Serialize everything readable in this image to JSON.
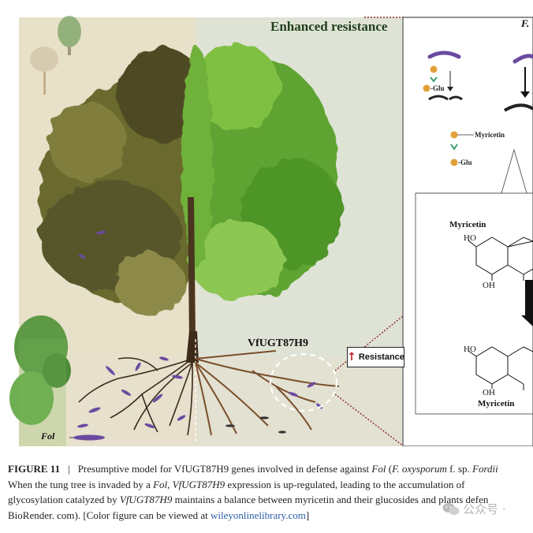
{
  "figure": {
    "title": "Enhanced resistance",
    "panel_letter": "F.",
    "gene_label": "VfUGT87H9",
    "resistance_label": "Resistance",
    "fol_label": "Fol",
    "chem_labels": {
      "glu_a": "-Glu",
      "myricetin_small": "Myricetin",
      "glu_b": "-Glu"
    },
    "molecule_top": {
      "name": "Myricetin",
      "ho": "HO",
      "oh": "OH"
    },
    "molecule_bottom": {
      "name": "Myricetin",
      "ho": "HO",
      "oh": "OH"
    }
  },
  "caption": {
    "label": "FIGURE 11",
    "separator": "|",
    "line1_text": "Presumptive model for VfUGT87H9 genes involved in defense against ",
    "line1_fol": "Fol",
    "line1_paren_open": " (",
    "line1_species": "F. oxysporum",
    "line1_fsp": " f. sp. ",
    "line1_fordii": "Fordii",
    "line2_a": "When the tung tree is invaded by a ",
    "line2_fol": "Fol",
    "line2_b": ", ",
    "line2_gene": "VfUGT87H9",
    "line2_c": " expression is up-regulated, leading to the accumulation of",
    "line3_a": "glycosylation catalyzed by ",
    "line3_gene": "VfUGT87H9",
    "line3_b": " maintains a balance between myricetin and their glucosides and plants defen",
    "line4_a": "BioRender. com). [Color figure can be viewed at ",
    "line4_link": "wileyonlinelibrary.com",
    "line4_b": "]"
  },
  "watermark": {
    "text": "公众号 ·"
  },
  "colors": {
    "accent_red": "#c0212b",
    "link_blue": "#2a5ca8",
    "tree_green": "#5fa431",
    "tree_olive": "#6b6a2e"
  }
}
